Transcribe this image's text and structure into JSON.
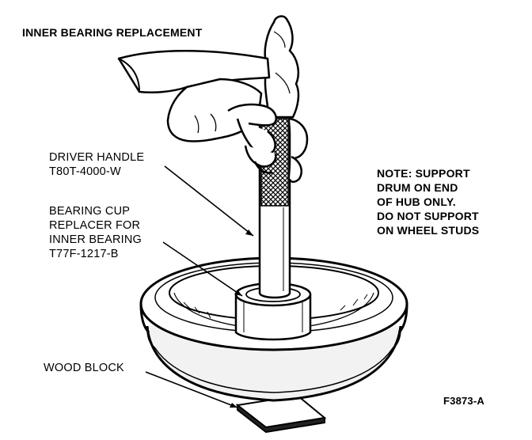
{
  "title": "INNER BEARING REPLACEMENT",
  "callouts": {
    "driver_handle": [
      "DRIVER HANDLE",
      "T80T-4000-W"
    ],
    "bearing_cup_replacer": [
      "BEARING CUP",
      "REPLACER FOR",
      "INNER BEARING",
      "T77F-1217-B"
    ],
    "wood_block": [
      "WOOD BLOCK"
    ]
  },
  "note": [
    "NOTE: SUPPORT",
    "DRUM ON END",
    "OF HUB ONLY.",
    "DO NOT SUPPORT",
    "ON WHEEL STUDS"
  ],
  "figure_id": "F3873-A"
}
